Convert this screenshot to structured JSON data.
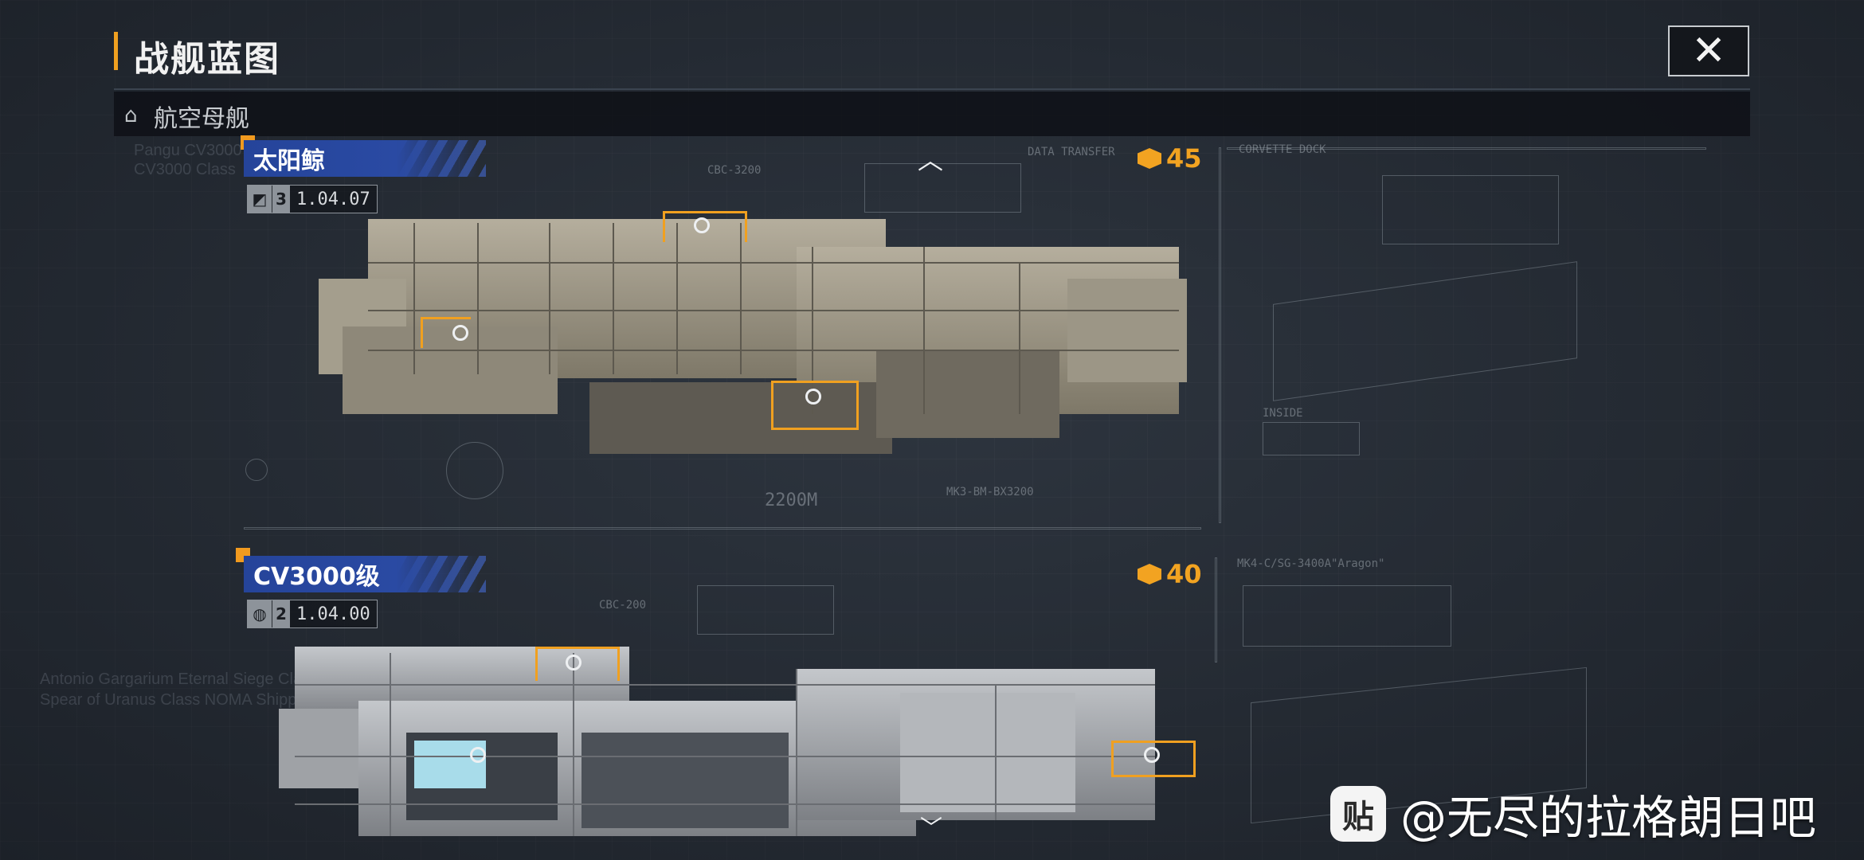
{
  "header": {
    "title": "战舰蓝图",
    "close_icon": "close-icon"
  },
  "subheader": {
    "category_label": "航空母舰",
    "icon": "carrier-icon"
  },
  "ships": [
    {
      "name": "太阳鲸",
      "tier": "3",
      "version": "1.04.07",
      "cost": "45",
      "length_label": "2200M",
      "callouts": [
        "CBC-3200",
        "MK3-BM-BX3200"
      ],
      "side_label": "CORVETTE DOCK",
      "colors": {
        "hull": "#9b9586"
      }
    },
    {
      "name": "CV3000级",
      "tier": "2",
      "version": "1.04.00",
      "cost": "40",
      "callouts": [
        "CBC-200"
      ],
      "side_label": "MK4-C/SG-3400A\"Aragon\"",
      "colors": {
        "hull": "#a6a9ad"
      }
    }
  ],
  "blueprint_text": {
    "data_transfer": "DATA TRANSFER",
    "inside": "INSIDE",
    "ghost_1": "Pangu CV3000 Class",
    "ghost_2": "CV3000 Class",
    "ghost_3": "Antonio Gargarium Eternal Siege Class",
    "ghost_4": "Spear of Uranus Class NOMA Shipping"
  },
  "watermark": {
    "logo": "贴",
    "text": "@无尽的拉格朗日吧"
  },
  "colors": {
    "accent": "#f0a020",
    "ribbon": "#2a4aa3",
    "background": "#262c35"
  }
}
